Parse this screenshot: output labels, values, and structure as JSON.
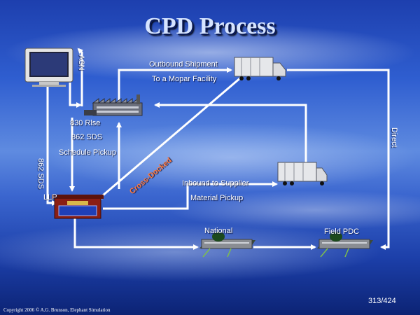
{
  "title": "CPD Process",
  "labels": {
    "asn": "ASN",
    "outbound_line1": "Outbound Shipment",
    "outbound_line2": "To a Mopar Facility",
    "rlse": "830 Rlse",
    "sds": "862 SDS",
    "schedule_pickup": "Schedule Pickup",
    "sds_vertical": "862 SDS",
    "llp": "LLP",
    "cross_docked": "Cross-Docked",
    "inbound_line1": "Inbound to Supplier",
    "inbound_line2": "Material Pickup",
    "direct": "Direct",
    "national": "National",
    "field_pdc": "Field PDC"
  },
  "footer": {
    "copyright": "Copyright 2006 © A.G. Brunson, Elephant Simulation",
    "page_number": "313/424"
  },
  "colors": {
    "arrow": "#ffffff",
    "title_text": "#d6e4ff",
    "sky_top": "#1d3fae",
    "sky_bottom": "#0c2374",
    "cross_docked_text": "#ff7a40"
  },
  "icons": [
    "computer-icon",
    "factory-icon",
    "truck-icon",
    "llp-building-icon",
    "warehouse-icon"
  ]
}
